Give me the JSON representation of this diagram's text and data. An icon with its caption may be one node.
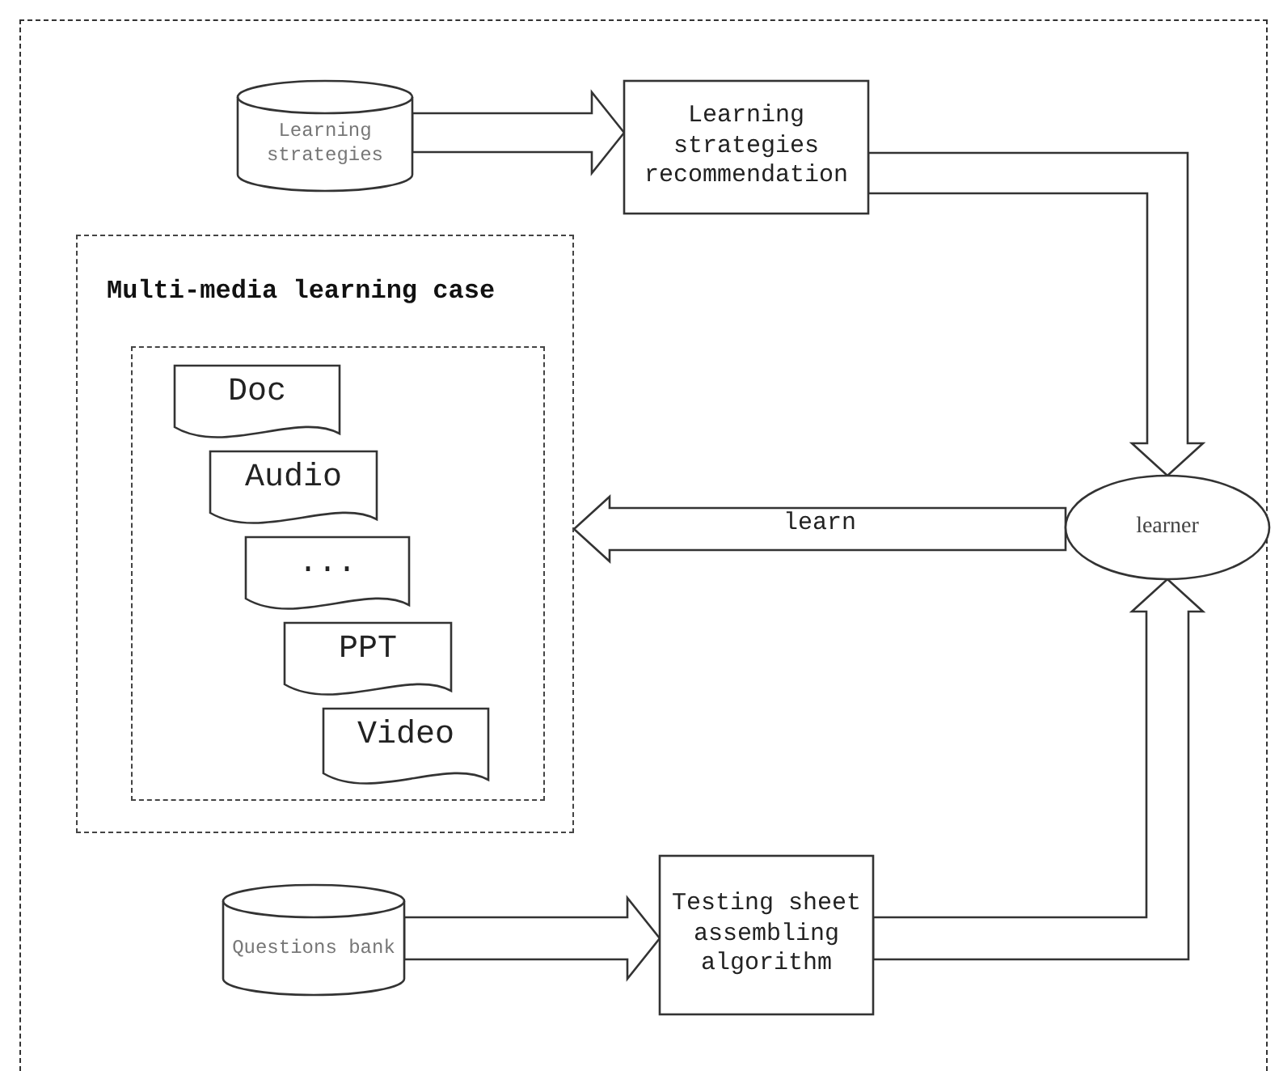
{
  "diagram": {
    "nodes": [
      {
        "text": [
          "Learning strategies"
        ]
      },
      {
        "text": [
          "Learning strategies recommendation"
        ]
      },
      {
        "text": [
          "Multi-media learning case"
        ]
      },
      {
        "text": [],
        "shape": "box",
        "in": 2
      },
      {
        "text": [
          "Doc"
        ],
        "in": 3
      },
      {
        "text": [
          "Audio"
        ],
        "in": 3
      },
      {
        "text": [
          "..."
        ],
        "in": 3
      },
      {
        "text": [
          "PPT"
        ],
        "in": 3
      },
      {
        "text": [
          "Video"
        ],
        "in": 3
      },
      {
        "text": [
          "learner"
        ]
      },
      {
        "text": [
          "Questions bank"
        ]
      },
      {
        "text": [
          "Testing sheet assembling algorithm"
        ]
      }
    ],
    "edges": [
      {
        "from": 0,
        "to": 1,
        "arrow": "to"
      },
      {
        "from": 1,
        "to": 9,
        "arrow": "to"
      },
      {
        "from": 9,
        "to": 2,
        "arrow": "to",
        "label": "learn"
      },
      {
        "from": 10,
        "to": 11,
        "arrow": "to"
      },
      {
        "from": 11,
        "to": 9,
        "arrow": "to"
      }
    ]
  }
}
